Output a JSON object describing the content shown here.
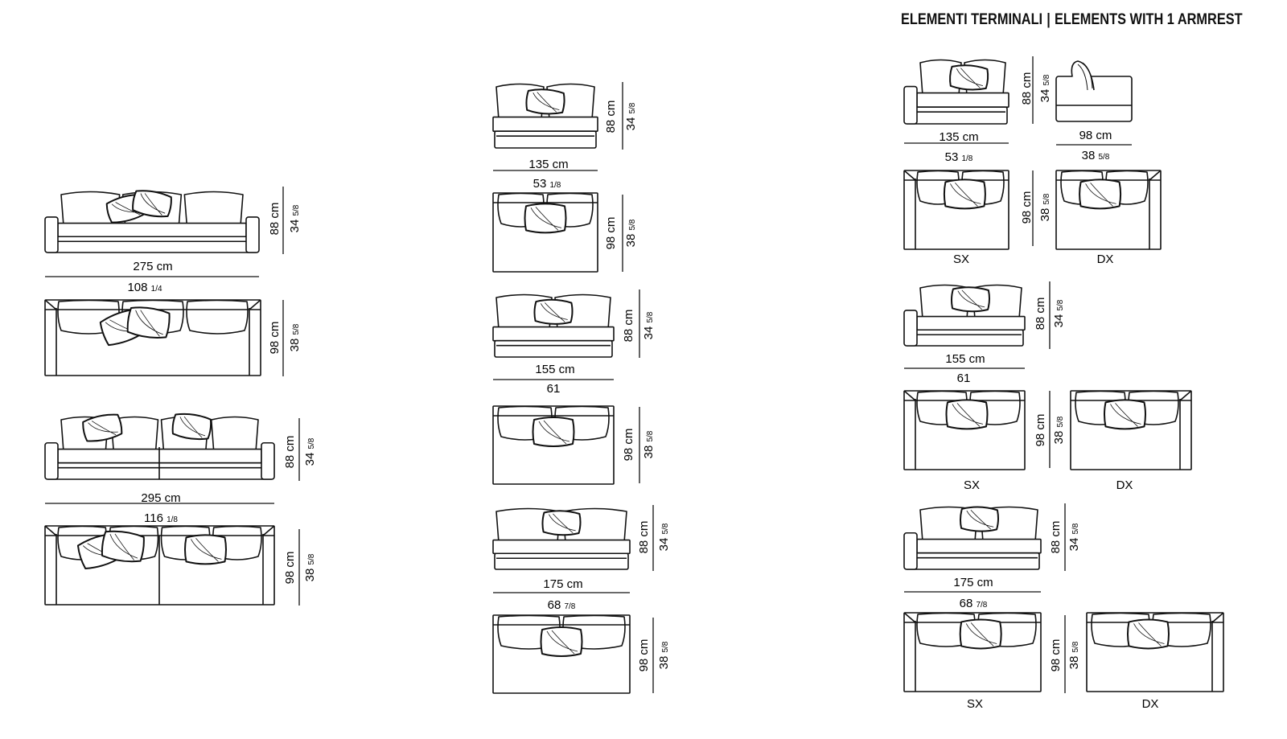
{
  "header": {
    "title_it": "ELEMENTI TERMINALI",
    "separator": "|",
    "title_en": "ELEMENTS WITH 1 ARMREST"
  },
  "column_left": {
    "sofa_275": {
      "width_cm": "275 cm",
      "width_in": "108",
      "width_in_frac": "1/4",
      "height_cm": "88 cm",
      "height_in": "34",
      "height_in_frac": "5/8",
      "depth_cm": "98 cm",
      "depth_in": "38",
      "depth_in_frac": "5/8"
    },
    "sofa_295": {
      "width_cm": "295 cm",
      "width_in": "116",
      "width_in_frac": "1/8",
      "height_cm": "88 cm",
      "height_in": "34",
      "height_in_frac": "5/8",
      "depth_cm": "98 cm",
      "depth_in": "38",
      "depth_in_frac": "5/8"
    }
  },
  "column_middle": {
    "el_135": {
      "width_cm": "135 cm",
      "width_in": "53",
      "width_in_frac": "1/8",
      "height_cm": "88 cm",
      "height_in": "34",
      "height_in_frac": "5/8",
      "depth_cm": "98 cm",
      "depth_in": "38",
      "depth_in_frac": "5/8"
    },
    "el_155": {
      "width_cm": "155 cm",
      "width_in": "61",
      "width_in_frac": "",
      "height_cm": "88 cm",
      "height_in": "34",
      "height_in_frac": "5/8",
      "depth_cm": "98 cm",
      "depth_in": "38",
      "depth_in_frac": "5/8"
    },
    "el_175": {
      "width_cm": "175 cm",
      "width_in": "68",
      "width_in_frac": "7/8",
      "height_cm": "88 cm",
      "height_in": "34",
      "height_in_frac": "5/8",
      "depth_cm": "98 cm",
      "depth_in": "38",
      "depth_in_frac": "5/8"
    }
  },
  "column_right": {
    "el_135": {
      "width_cm": "135 cm",
      "width_in": "53",
      "width_in_frac": "1/8",
      "side_width_cm": "98 cm",
      "side_width_in": "38",
      "side_width_in_frac": "5/8",
      "height_cm": "88 cm",
      "height_in": "34",
      "height_in_frac": "5/8",
      "depth_cm": "98 cm",
      "depth_in": "38",
      "depth_in_frac": "5/8",
      "label_left": "SX",
      "label_right": "DX"
    },
    "el_155": {
      "width_cm": "155 cm",
      "width_in": "61",
      "width_in_frac": "",
      "height_cm": "88 cm",
      "height_in": "34",
      "height_in_frac": "5/8",
      "depth_cm": "98 cm",
      "depth_in": "38",
      "depth_in_frac": "5/8",
      "label_left": "SX",
      "label_right": "DX"
    },
    "el_175": {
      "width_cm": "175 cm",
      "width_in": "68",
      "width_in_frac": "7/8",
      "height_cm": "88 cm",
      "height_in": "34",
      "height_in_frac": "5/8",
      "depth_cm": "98 cm",
      "depth_in": "38",
      "depth_in_frac": "5/8",
      "label_left": "SX",
      "label_right": "DX"
    }
  },
  "colors": {
    "line": "#111111",
    "fill": "#ffffff",
    "shade": "#e6e6e6"
  }
}
